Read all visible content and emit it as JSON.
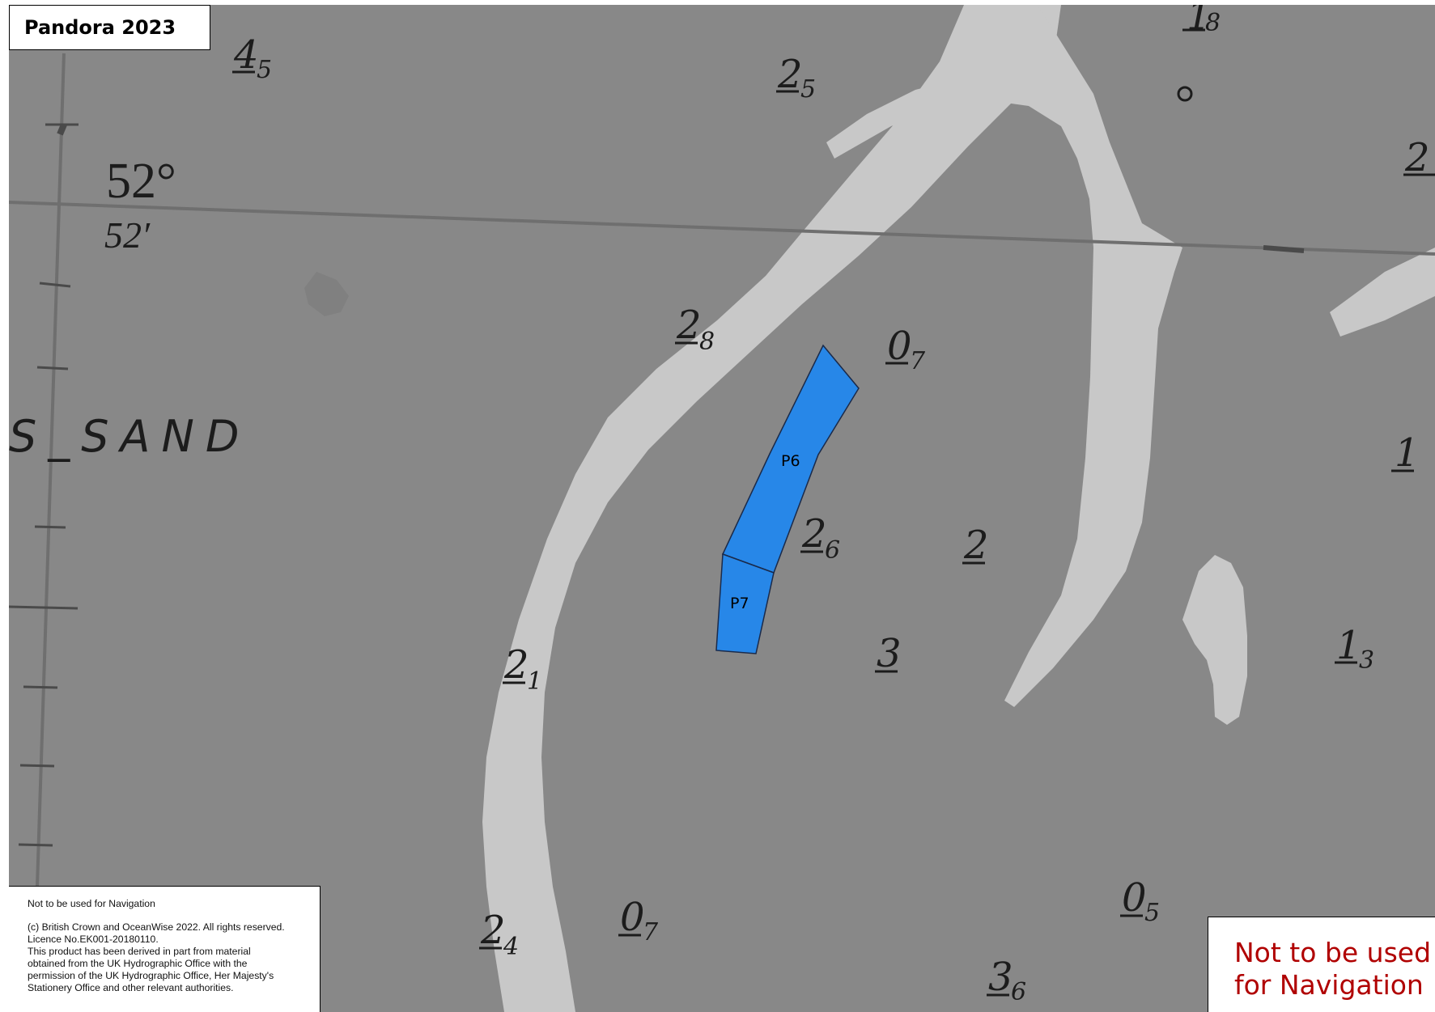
{
  "map": {
    "title": "Pandora 2023",
    "colors": {
      "drying_area": "#888888",
      "channel": "#c8c8c8",
      "polygon_fill": "#2787e8",
      "polygon_stroke": "#1a2a4a",
      "warning_text": "#b00000"
    },
    "latitude_label": {
      "degrees": "52°",
      "minutes": "52′"
    },
    "area_name": "S_SAND",
    "polygons": [
      {
        "id": "P6"
      },
      {
        "id": "P7"
      }
    ],
    "soundings": [
      {
        "main": "4",
        "sub": "5"
      },
      {
        "main": "2",
        "sub": "5"
      },
      {
        "main": "1",
        "sub": "8"
      },
      {
        "main": "2",
        "sub": ""
      },
      {
        "main": "2",
        "sub": "8"
      },
      {
        "main": "0",
        "sub": "7"
      },
      {
        "main": "1",
        "sub": ""
      },
      {
        "main": "2",
        "sub": "6"
      },
      {
        "main": "2",
        "sub": ""
      },
      {
        "main": "3",
        "sub": ""
      },
      {
        "main": "2",
        "sub": "1"
      },
      {
        "main": "1",
        "sub": "3"
      },
      {
        "main": "0",
        "sub": "5"
      },
      {
        "main": "2",
        "sub": "4"
      },
      {
        "main": "0",
        "sub": "7"
      },
      {
        "main": "3",
        "sub": "6"
      }
    ]
  },
  "copyright": {
    "heading": "Not to be used for Navigation",
    "lines": [
      "(c) British Crown and OceanWise 2022. All rights reserved.",
      "Licence No.EK001-20180110.",
      "This product has been derived in part from material",
      "obtained from the UK Hydrographic Office with the",
      "permission of the UK Hydrographic Office, Her Majesty's",
      "Stationery Office and other relevant authorities."
    ]
  },
  "warning": {
    "line1": "Not to be used",
    "line2": "for Navigation"
  }
}
